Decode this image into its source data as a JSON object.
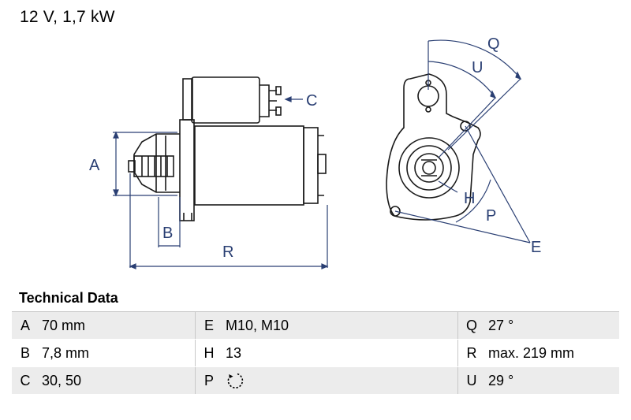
{
  "heading": "12 V, 1,7 kW",
  "drawing_labels": {
    "A": "A",
    "B": "B",
    "C": "C",
    "R": "R",
    "Q": "Q",
    "U": "U",
    "H": "H",
    "P": "P",
    "E": "E"
  },
  "technical_data": {
    "title": "Technical Data",
    "rows": [
      [
        {
          "key": "A",
          "value": "70 mm"
        },
        {
          "key": "E",
          "value": "M10, M10"
        },
        {
          "key": "Q",
          "value": "27 °"
        }
      ],
      [
        {
          "key": "B",
          "value": "7,8 mm"
        },
        {
          "key": "H",
          "value": "13"
        },
        {
          "key": "R",
          "value": "max. 219 mm"
        }
      ],
      [
        {
          "key": "C",
          "value": "30, 50"
        },
        {
          "key": "P",
          "value": "",
          "icon": "rotation-counterclockwise-icon"
        },
        {
          "key": "U",
          "value": "29 °"
        }
      ]
    ]
  }
}
